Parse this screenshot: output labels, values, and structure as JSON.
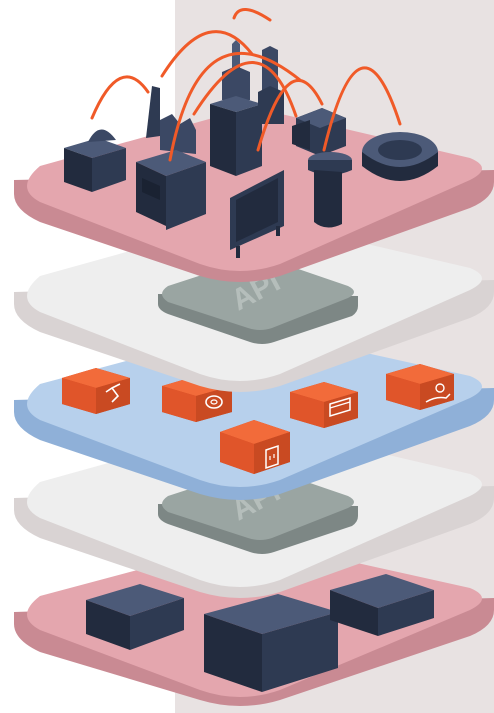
{
  "diagram": {
    "layers": [
      {
        "id": "top-city",
        "kind": "platform"
      },
      {
        "id": "api-upper",
        "kind": "api",
        "label": "API"
      },
      {
        "id": "services",
        "kind": "platform",
        "tiles": [
          "link-icon",
          "donut-icon",
          "card-icon",
          "hand-coin-icon",
          "mobile-icon"
        ]
      },
      {
        "id": "api-lower",
        "kind": "api",
        "label": "API"
      },
      {
        "id": "bottom-blocks",
        "kind": "platform"
      }
    ],
    "colors": {
      "pink_top": "#e4a6ae",
      "pink_side": "#c98a93",
      "grey_top": "#eeeeee",
      "grey_side": "#d9d3d3",
      "blue_top": "#b7d0ec",
      "blue_side": "#8fb0d8",
      "orange": "#f05a28",
      "navy": "#2e3a52",
      "api_pad": "#9aa5a2",
      "backdrop": "#e8e2e2"
    }
  }
}
